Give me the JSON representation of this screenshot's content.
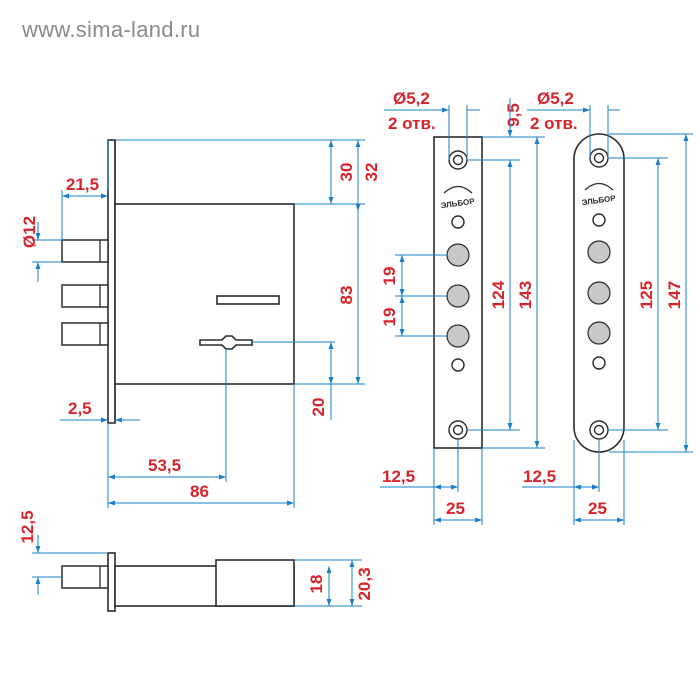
{
  "watermark": "www.sima-land.ru",
  "brand_logo_text": "ЭЛЬБОР",
  "colors": {
    "dimension_line": "#1a7fc9",
    "dimension_text": "#d8232a",
    "outline": "#2b2b2b",
    "bolt_fill": "#c8c8c8"
  },
  "front_view": {
    "dims": {
      "bolt_dia": "Ø12",
      "bolt_projection": "21,5",
      "plate_thickness": "2,5",
      "backset": "53,5",
      "body_width": "86",
      "top_offset_a": "30",
      "top_offset_b": "32",
      "body_height": "83",
      "keyhole_offset": "20"
    }
  },
  "bottom_view": {
    "dims": {
      "bolt_offset": "12,5",
      "body_depth": "18",
      "overall_depth": "20,3"
    }
  },
  "strike_square": {
    "dims": {
      "hole_dia": "Ø5,2",
      "hole_count": "2 отв.",
      "top_offset": "9,5",
      "bolt_pitch_1": "19",
      "bolt_pitch_2": "19",
      "hole_spacing": "124",
      "overall_height": "143",
      "center_offset": "12,5",
      "width": "25"
    }
  },
  "strike_round": {
    "dims": {
      "hole_dia": "Ø5,2",
      "hole_count": "2 отв.",
      "hole_spacing": "125",
      "overall_height": "147",
      "center_offset": "12,5",
      "width": "25"
    }
  }
}
